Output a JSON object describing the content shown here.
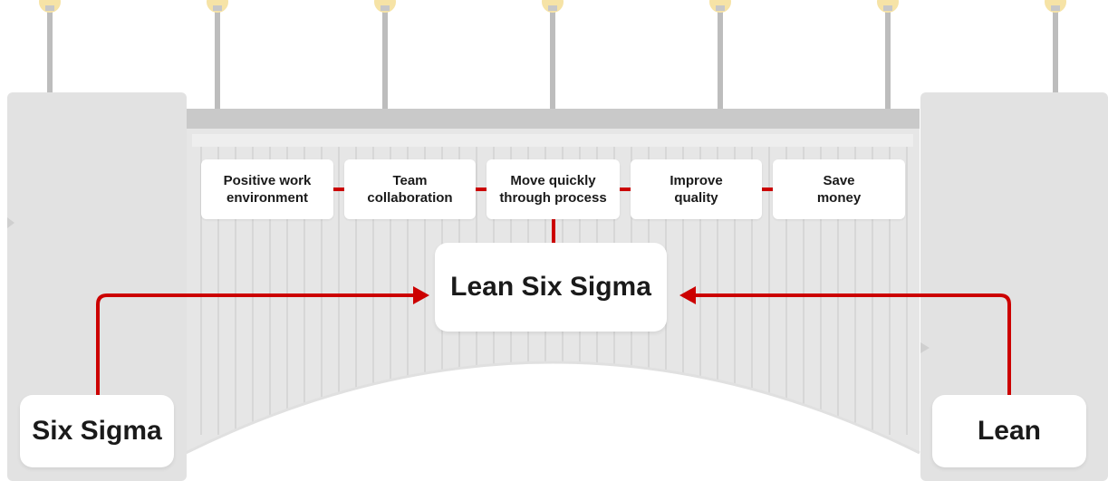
{
  "diagram": {
    "benefits": [
      {
        "label": "Positive work\nenvironment"
      },
      {
        "label": "Team\ncollaboration"
      },
      {
        "label": "Move quickly\nthrough process"
      },
      {
        "label": "Improve\nquality"
      },
      {
        "label": "Save\nmoney"
      }
    ],
    "center": {
      "label": "Lean Six Sigma"
    },
    "left": {
      "label": "Six Sigma"
    },
    "right": {
      "label": "Lean"
    }
  },
  "colors": {
    "connector": "#cc0000",
    "bridge_stone": "#e3e3e3",
    "railing": "#c4c4c4",
    "lamp_glow": "#f6e3a6"
  }
}
